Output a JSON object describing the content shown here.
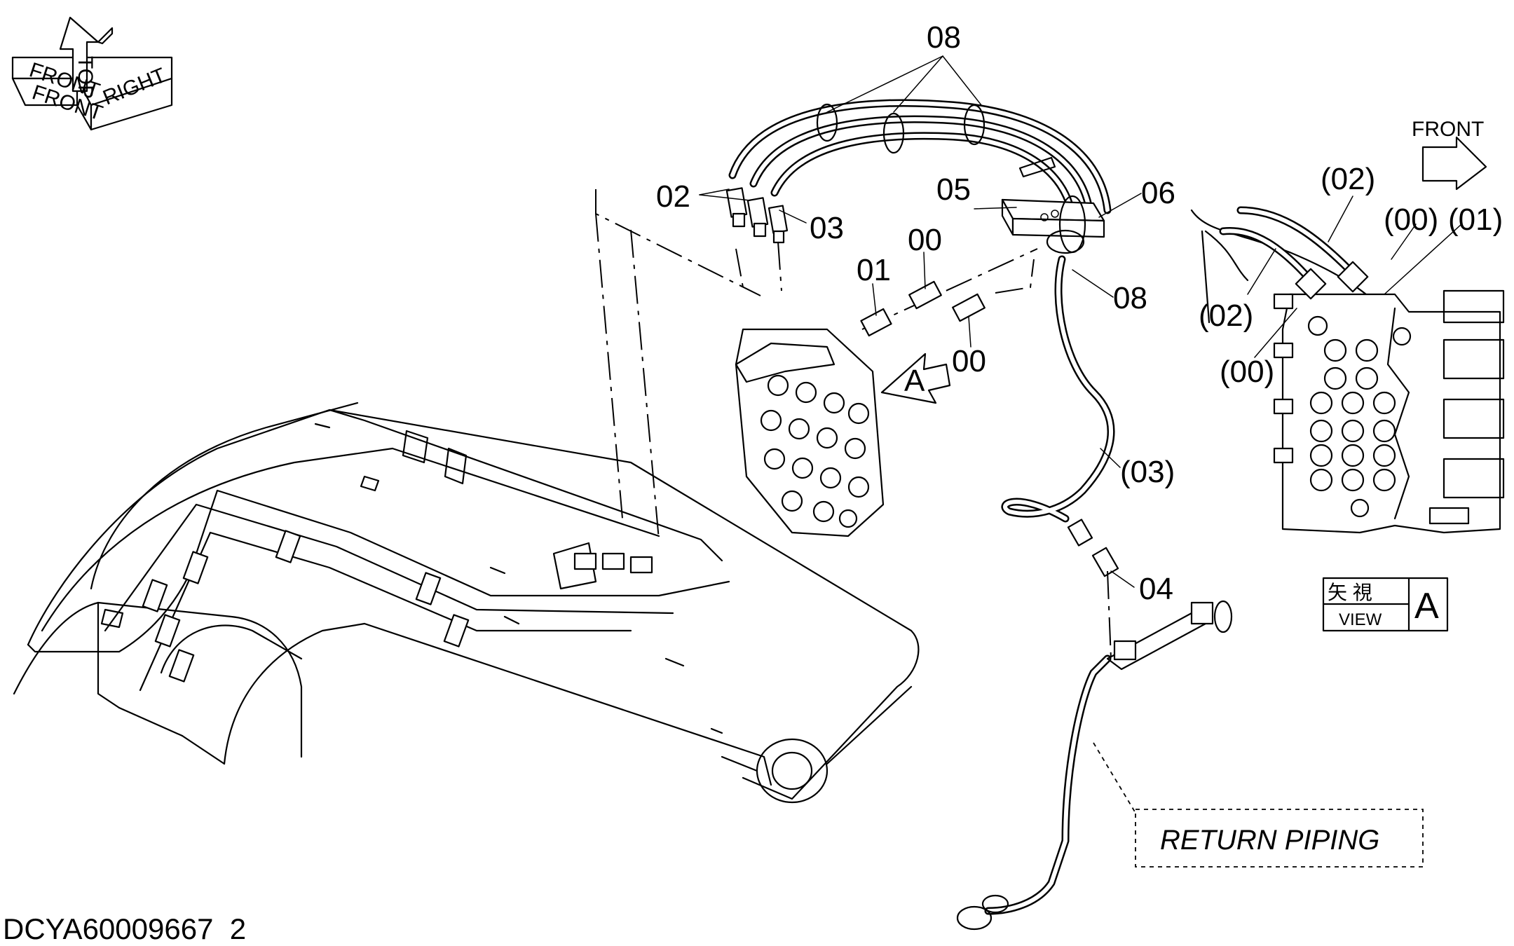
{
  "orientation": {
    "front": "FRONT",
    "top": "TOP",
    "right": "RIGHT"
  },
  "callouts": {
    "c08_top": "08",
    "c02_left": "02",
    "c03": "03",
    "c05": "05",
    "c06": "06",
    "c00_top": "00",
    "c01": "01",
    "c08_mid": "08",
    "c00_low": "00",
    "c03_paren": "(03)",
    "c04": "04"
  },
  "view_a_arrow": "A",
  "detail_view": {
    "front_label": "FRONT",
    "c02_top": "(02)",
    "c00_top": "(00)",
    "c01": "(01)",
    "c02_left": "(02)",
    "c00_left": "(00)"
  },
  "view_box": {
    "kanji": "矢 視",
    "view": "VIEW",
    "letter": "A"
  },
  "return_piping": "RETURN PIPING",
  "drawing_id": "DCYA60009667_2"
}
